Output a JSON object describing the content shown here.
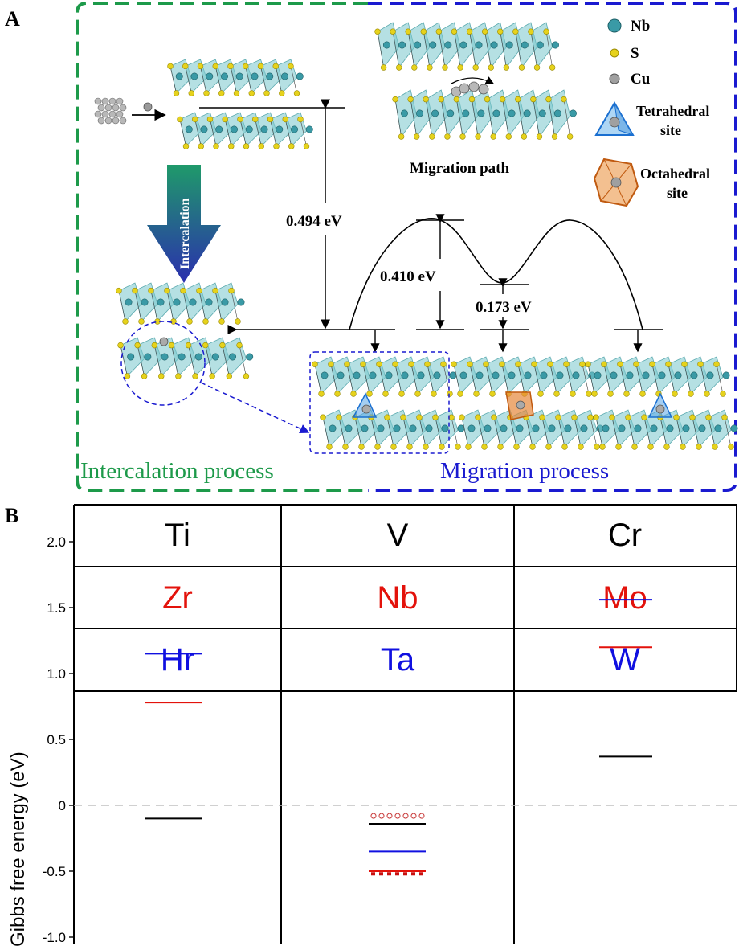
{
  "panel_a": {
    "label": "A",
    "legend": {
      "nb": "Nb",
      "s": "S",
      "cu": "Cu",
      "tetra_line1": "Tetrahedral",
      "tetra_line2": "site",
      "octa_line1": "Octahedral",
      "octa_line2": "site"
    },
    "migration_path_label": "Migration path",
    "intercalation_arrow_label": "Intercalation",
    "energy_intercalation": "0.494 eV",
    "energy_barrier": "0.410 eV",
    "energy_octahedral": "0.173 eV",
    "process_intercalation": "Intercalation process",
    "process_migration": "Migration process"
  },
  "panel_b": {
    "label": "B",
    "table": [
      [
        "Ti",
        "V",
        "Cr"
      ],
      [
        "Zr",
        "Nb",
        "Mo"
      ],
      [
        "Hr",
        "Ta",
        "W"
      ]
    ],
    "row_colors": [
      "#000000",
      "#e3120b",
      "#1010e0"
    ],
    "chart_data": {
      "type": "scatter",
      "ylabel": "Gibbs free energy (eV)",
      "ylim": [
        -1.2,
        2.4
      ],
      "yticks": [
        "2.0",
        "1.5",
        "1.0",
        "0.5",
        "0",
        "-0.5",
        "-1.0"
      ],
      "ytick_values": [
        2.0,
        1.5,
        1.0,
        0.5,
        0,
        -0.5,
        -1.0
      ],
      "reference_line": 0,
      "groups": [
        {
          "black": -0.1,
          "red": 0.78,
          "blue": 1.15
        },
        {
          "black": -0.14,
          "red": -0.5,
          "blue": -0.35
        },
        {
          "black": 0.37,
          "red": 1.2,
          "blue": 1.56
        }
      ]
    }
  }
}
